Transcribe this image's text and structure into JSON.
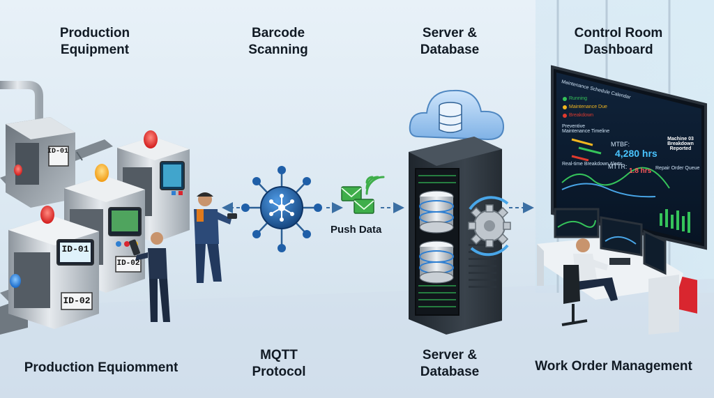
{
  "labels": {
    "top": {
      "production_equipment": [
        "Production",
        "Equipment"
      ],
      "barcode_scanning": [
        "Barcode",
        "Scanning"
      ],
      "server_database": [
        "Server &",
        "Database"
      ],
      "control_room": [
        "Control Room",
        "Dashboard"
      ]
    },
    "bottom": {
      "production_equipment": "Production Equiomment",
      "mqtt_protocol": [
        "MQTT",
        "Protocol"
      ],
      "server_database": [
        "Server &",
        "Database"
      ],
      "work_order": "Work Order Management"
    },
    "push_data": "Push Data"
  },
  "machines": {
    "tags": [
      "ID-01",
      "ID-01",
      "ID-02",
      "ID-02"
    ]
  },
  "dashboard": {
    "calendar_title": "Maintenance Schedule Calendar",
    "legend": [
      "Running",
      "Maintenance Due",
      "Breakdown"
    ],
    "timeline_title": "Preventive Maintenance Timeline",
    "mtbf_label": "MTBF:",
    "mtbf_value": "4,280 hrs",
    "mttr_label": "MTTR:",
    "mttr_value": "1.8 hrs",
    "alert": "Machine 03 Breakdown Reported",
    "work_order_queue": "Repair Order Queue",
    "realtime_title": "Real-time Breakdown Alerts"
  },
  "colors": {
    "accent_blue": "#2f7fd1",
    "alert_red": "#d9262f",
    "running_green": "#35c35a",
    "due_amber": "#f2b61f",
    "breakdown_red": "#e03a2e",
    "hub_blue": "#1f5fa8"
  }
}
